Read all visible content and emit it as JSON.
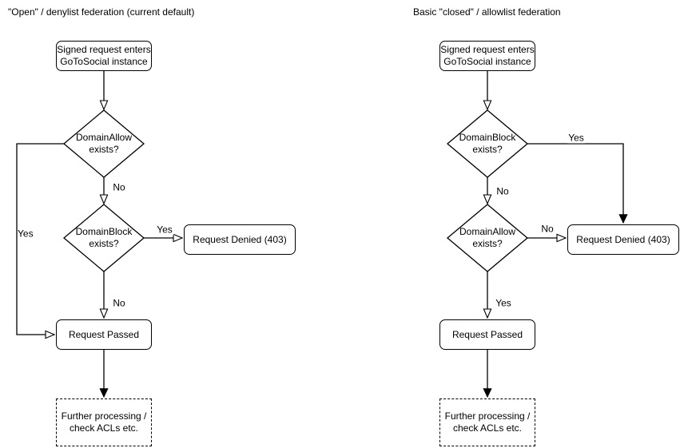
{
  "colors": {
    "stroke": "#000000",
    "node_fill": "#ffffff",
    "text": "#000000",
    "background": "#ffffff"
  },
  "diagrams": [
    {
      "title": "\"Open\" / denylist federation (current default)",
      "nodes": {
        "start": "Signed request enters\nGoToSocial instance",
        "decision1": "DomainAllow\nexists?",
        "decision2": "DomainBlock\nexists?",
        "denied": "Request Denied (403)",
        "passed": "Request Passed",
        "further": "Further processing /\ncheck ACLs etc."
      },
      "edges": [
        {
          "from": "start",
          "to": "decision1",
          "label": ""
        },
        {
          "from": "decision1",
          "to": "decision2",
          "label": "No"
        },
        {
          "from": "decision1",
          "to": "passed",
          "label": "Yes"
        },
        {
          "from": "decision2",
          "to": "denied",
          "label": "Yes"
        },
        {
          "from": "decision2",
          "to": "passed",
          "label": "No"
        },
        {
          "from": "passed",
          "to": "further",
          "label": ""
        }
      ]
    },
    {
      "title": "Basic \"closed\" / allowlist federation",
      "nodes": {
        "start": "Signed request enters\nGoToSocial instance",
        "decision1": "DomainBlock\nexists?",
        "decision2": "DomainAllow\nexists?",
        "denied": "Request Denied (403)",
        "passed": "Request Passed",
        "further": "Further processing /\ncheck ACLs etc."
      },
      "edges": [
        {
          "from": "start",
          "to": "decision1",
          "label": ""
        },
        {
          "from": "decision1",
          "to": "denied",
          "label": "Yes"
        },
        {
          "from": "decision1",
          "to": "decision2",
          "label": "No"
        },
        {
          "from": "decision2",
          "to": "denied",
          "label": "No"
        },
        {
          "from": "decision2",
          "to": "passed",
          "label": "Yes"
        },
        {
          "from": "passed",
          "to": "further",
          "label": ""
        }
      ]
    }
  ]
}
